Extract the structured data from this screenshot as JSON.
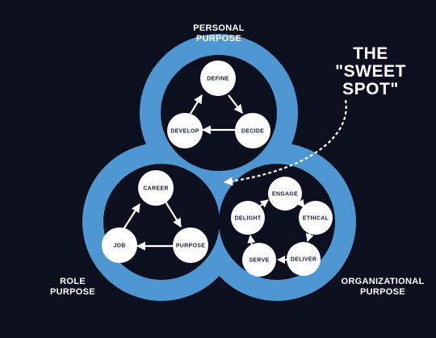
{
  "labels": {
    "personal": [
      "PERSONAL",
      "PURPOSE"
    ],
    "role": [
      "ROLE",
      "PURPOSE"
    ],
    "organizational": [
      "ORGANIZATIONAL",
      "PURPOSE"
    ],
    "sweet_spot": [
      "THE",
      "\"SWEET",
      "SPOT\""
    ]
  },
  "personal_cycle": [
    "DEFINE",
    "DECIDE",
    "DEVELOP"
  ],
  "role_cycle": [
    "CAREER",
    "PURPOSE",
    "JOB"
  ],
  "org_cycle": [
    "ENGAGE",
    "ETHICAL",
    "DELIVER",
    "SERVE",
    "DELIGHT"
  ],
  "colors": {
    "background": "#0c0f1e",
    "ring": "#4f97d2",
    "node": "#ffffff",
    "node_text": "#1a2136",
    "arrow": "#ffffff",
    "label": "#ffffff"
  }
}
